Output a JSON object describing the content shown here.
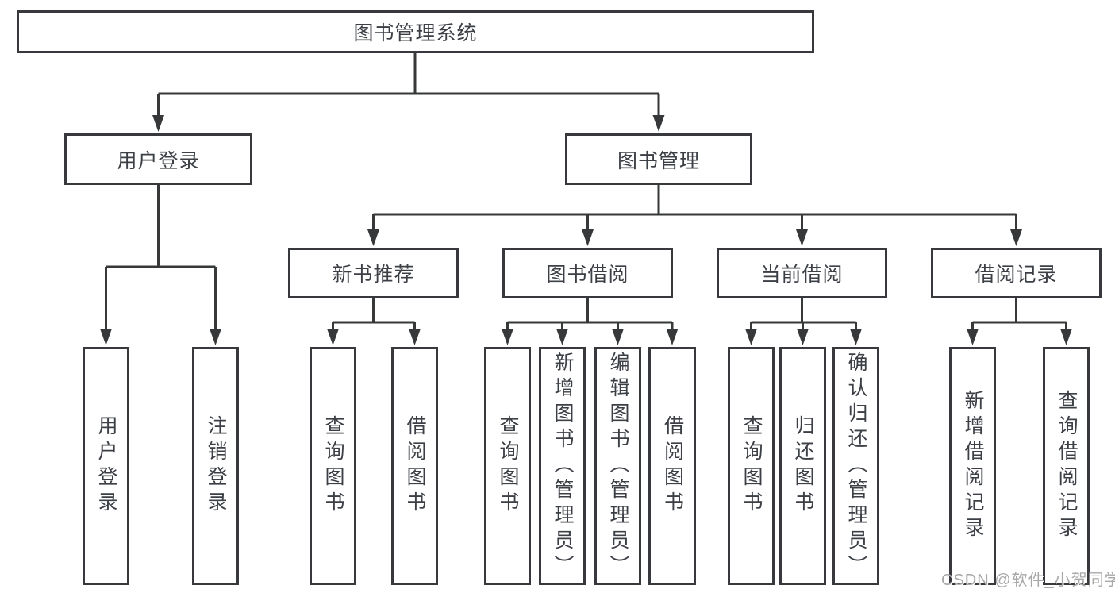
{
  "diagram": {
    "root": "图书管理系统",
    "level2": [
      "用户登录",
      "图书管理"
    ],
    "level3": [
      "新书推荐",
      "图书借阅",
      "当前借阅",
      "借阅记录"
    ],
    "leaves": [
      "用户登录",
      "注销登录",
      "查询图书",
      "借阅图书",
      "查询图书",
      "新增图书（管理员）",
      "编辑图书（管理员）",
      "借阅图书",
      "查询图书",
      "归还图书",
      "确认归还（管理员）",
      "新增借阅记录",
      "查询借阅记录"
    ]
  },
  "watermark": "CSDN @软件_小贺同学",
  "colors": {
    "line": "#36383a",
    "border": "#37393c",
    "text": "#3c4046",
    "watermark": "#a8a8a8",
    "background": "#ffffff"
  }
}
